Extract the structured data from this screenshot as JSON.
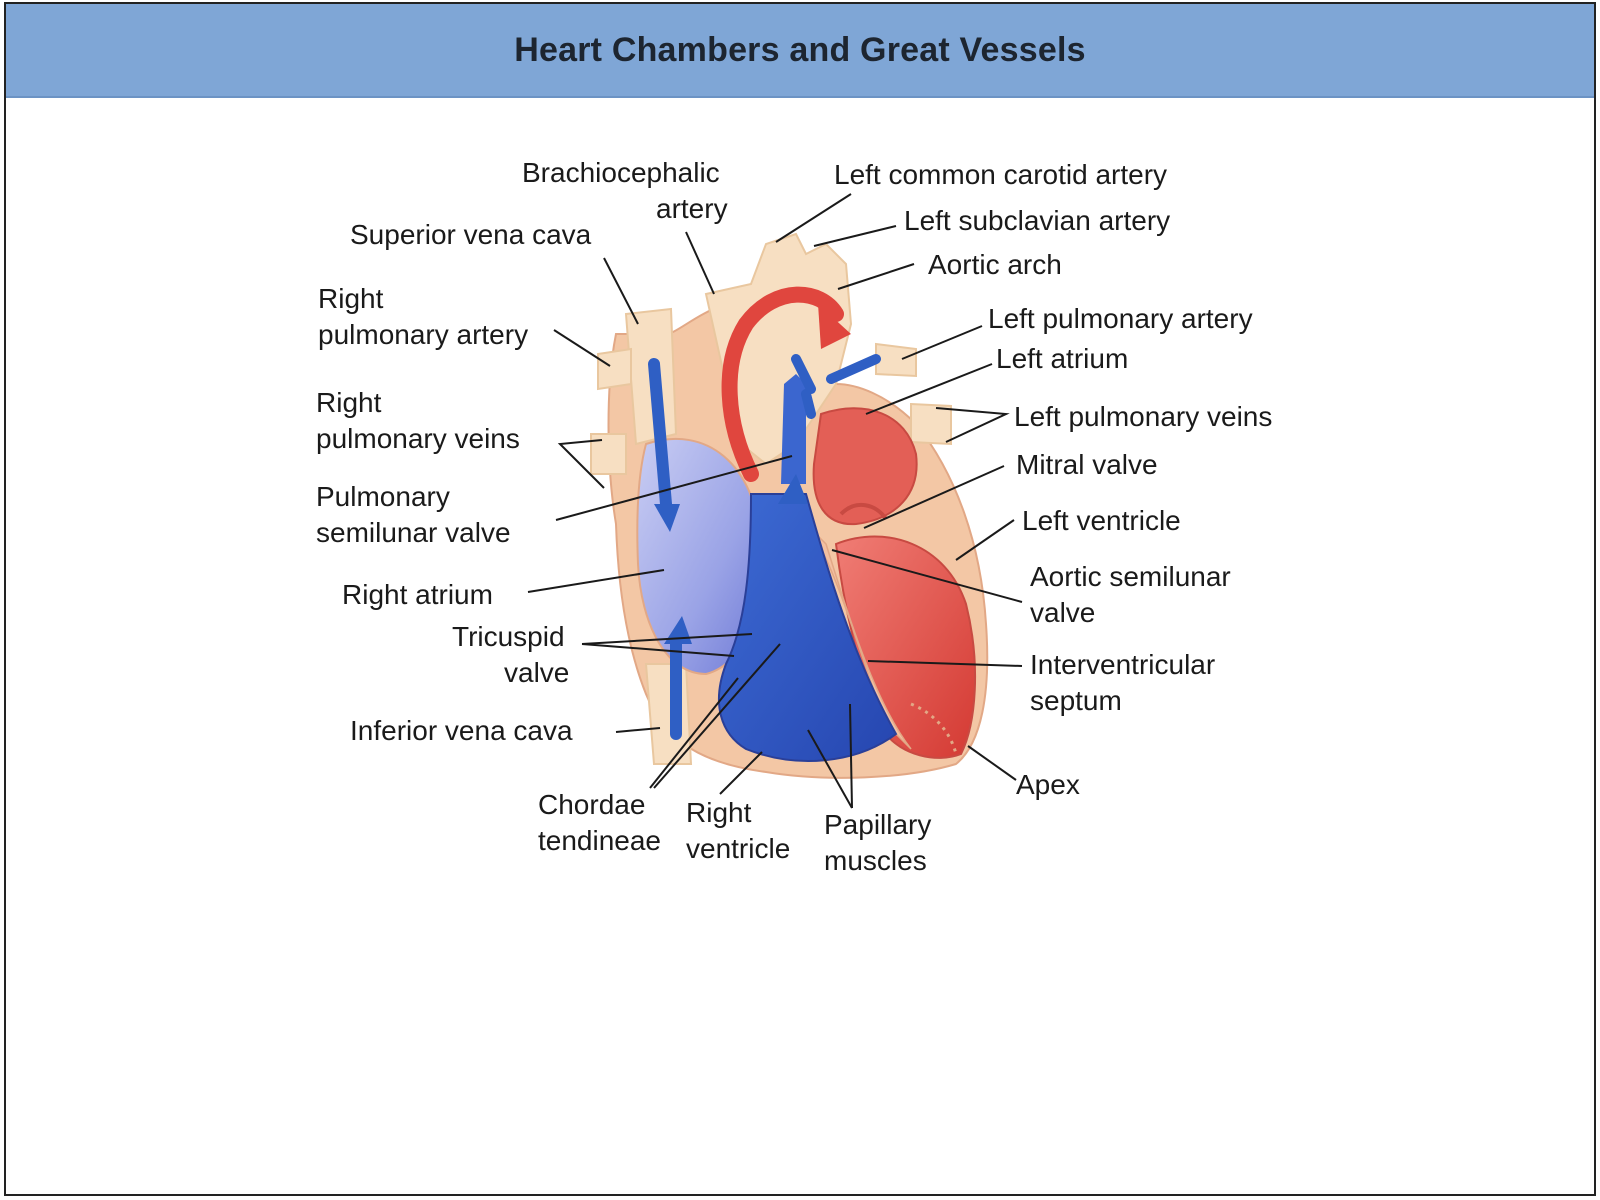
{
  "title": "Heart Chambers and Great Vessels",
  "labels": {
    "brachiocephalic_1": "Brachiocephalic",
    "brachiocephalic_2": "artery",
    "left_common_carotid": "Left common carotid artery",
    "left_subclavian": "Left subclavian artery",
    "aortic_arch": "Aortic arch",
    "superior_vena_cava": "Superior vena cava",
    "right_pulmonary_artery_1": "Right",
    "right_pulmonary_artery_2": "pulmonary artery",
    "left_pulmonary_artery": "Left pulmonary artery",
    "left_atrium": "Left atrium",
    "right_pulmonary_veins_1": "Right",
    "right_pulmonary_veins_2": "pulmonary veins",
    "left_pulmonary_veins": "Left pulmonary veins",
    "mitral_valve": "Mitral valve",
    "pulmonary_semilunar_1": "Pulmonary",
    "pulmonary_semilunar_2": "semilunar valve",
    "left_ventricle": "Left ventricle",
    "right_atrium": "Right atrium",
    "aortic_semilunar_1": "Aortic semilunar",
    "aortic_semilunar_2": "valve",
    "tricuspid_1": "Tricuspid",
    "tricuspid_2": "valve",
    "interventricular_1": "Interventricular",
    "interventricular_2": "septum",
    "inferior_vena_cava": "Inferior vena cava",
    "apex": "Apex",
    "chordae_1": "Chordae",
    "chordae_2": "tendineae",
    "right_ventricle_1": "Right",
    "right_ventricle_2": "ventricle",
    "papillary_1": "Papillary",
    "papillary_2": "muscles"
  },
  "colors": {
    "header": "#7fa6d6",
    "oxygenated": "#e0463e",
    "deoxygenated": "#2f5fc4",
    "tissue": "#f6d9b2"
  }
}
